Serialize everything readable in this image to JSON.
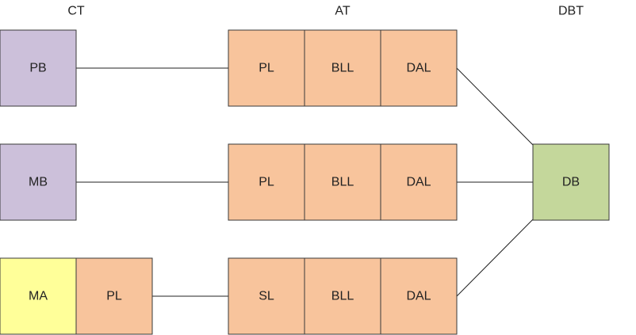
{
  "headers": {
    "client": "CT",
    "application": "AT",
    "database": "DBT"
  },
  "rows": [
    {
      "client": [
        {
          "label": "PB",
          "color": "#ccc0da"
        }
      ],
      "tier": [
        {
          "label": "PL",
          "color": "#f8c49c"
        },
        {
          "label": "BLL",
          "color": "#f8c49c"
        },
        {
          "label": "DAL",
          "color": "#f8c49c"
        }
      ]
    },
    {
      "client": [
        {
          "label": "MB",
          "color": "#ccc0da"
        }
      ],
      "tier": [
        {
          "label": "PL",
          "color": "#f8c49c"
        },
        {
          "label": "BLL",
          "color": "#f8c49c"
        },
        {
          "label": "DAL",
          "color": "#f8c49c"
        }
      ]
    },
    {
      "client": [
        {
          "label": "MA",
          "color": "#ffff99"
        },
        {
          "label": "PL",
          "color": "#f8c49c"
        }
      ],
      "tier": [
        {
          "label": "SL",
          "color": "#f8c49c"
        },
        {
          "label": "BLL",
          "color": "#f8c49c"
        },
        {
          "label": "DAL",
          "color": "#f8c49c"
        }
      ]
    }
  ],
  "database": {
    "label": "DB",
    "color": "#c4d79b"
  }
}
